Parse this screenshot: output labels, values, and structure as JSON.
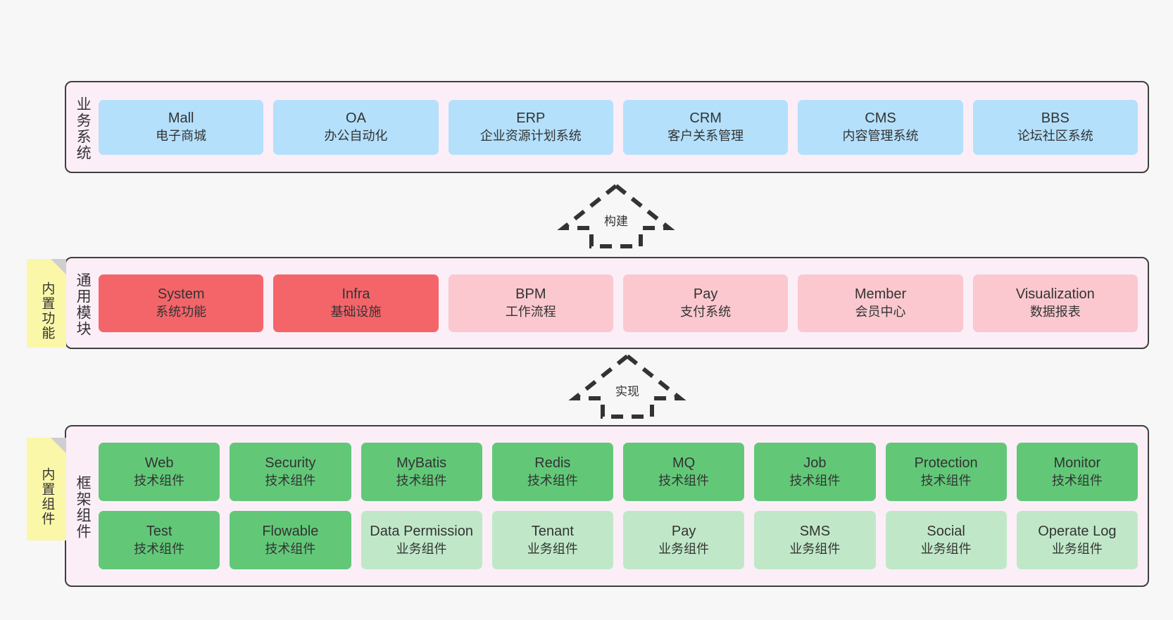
{
  "layers": [
    {
      "id": "business",
      "label": "业务系统",
      "palette": "blue",
      "cards": [
        {
          "en": "Mall",
          "cn": "电子商城"
        },
        {
          "en": "OA",
          "cn": "办公自动化"
        },
        {
          "en": "ERP",
          "cn": "企业资源计划系统"
        },
        {
          "en": "CRM",
          "cn": "客户关系管理"
        },
        {
          "en": "CMS",
          "cn": "内容管理系统"
        },
        {
          "en": "BBS",
          "cn": "论坛社区系统"
        }
      ]
    },
    {
      "id": "common",
      "label": "通用模块",
      "cards": [
        {
          "en": "System",
          "cn": "系统功能",
          "palette": "red-strong"
        },
        {
          "en": "Infra",
          "cn": "基础设施",
          "palette": "red-strong"
        },
        {
          "en": "BPM",
          "cn": "工作流程",
          "palette": "pink-soft"
        },
        {
          "en": "Pay",
          "cn": "支付系统",
          "palette": "pink-soft"
        },
        {
          "en": "Member",
          "cn": "会员中心",
          "palette": "pink-soft"
        },
        {
          "en": "Visualization",
          "cn": "数据报表",
          "palette": "pink-soft"
        }
      ]
    },
    {
      "id": "framework",
      "label": "框架组件",
      "cards": [
        {
          "en": "Web",
          "cn": "技术组件",
          "palette": "green-strong"
        },
        {
          "en": "Security",
          "cn": "技术组件",
          "palette": "green-strong"
        },
        {
          "en": "MyBatis",
          "cn": "技术组件",
          "palette": "green-strong"
        },
        {
          "en": "Redis",
          "cn": "技术组件",
          "palette": "green-strong"
        },
        {
          "en": "MQ",
          "cn": "技术组件",
          "palette": "green-strong"
        },
        {
          "en": "Job",
          "cn": "技术组件",
          "palette": "green-strong"
        },
        {
          "en": "Protection",
          "cn": "技术组件",
          "palette": "green-strong"
        },
        {
          "en": "Monitor",
          "cn": "技术组件",
          "palette": "green-strong"
        },
        {
          "en": "Test",
          "cn": "技术组件",
          "palette": "green-strong"
        },
        {
          "en": "Flowable",
          "cn": "技术组件",
          "palette": "green-strong"
        },
        {
          "en": "Data Permission",
          "cn": "业务组件",
          "palette": "green-soft"
        },
        {
          "en": "Tenant",
          "cn": "业务组件",
          "palette": "green-soft"
        },
        {
          "en": "Pay",
          "cn": "业务组件",
          "palette": "green-soft"
        },
        {
          "en": "SMS",
          "cn": "业务组件",
          "palette": "green-soft"
        },
        {
          "en": "Social",
          "cn": "业务组件",
          "palette": "green-soft"
        },
        {
          "en": "Operate Log",
          "cn": "业务组件",
          "palette": "green-soft"
        }
      ]
    }
  ],
  "stickies": [
    {
      "id": "common",
      "text": "内置功能"
    },
    {
      "id": "framework",
      "text": "内置组件"
    }
  ],
  "arrows": [
    {
      "id": "build",
      "label": "构建"
    },
    {
      "id": "impl",
      "label": "实现"
    }
  ],
  "colors": {
    "canvas": "#f7f7f7",
    "layer_fill": "#fbeef7",
    "layer_border": "#3f3f3f",
    "blue": "#b4e0fb",
    "red_strong": "#f4656a",
    "pink_soft": "#fbc8cf",
    "green_strong": "#62c878",
    "green_soft": "#c0e8c8",
    "sticky": "#fbf7a8",
    "sticky_fold": "#cfcfcf",
    "arrow_stroke": "#333333"
  }
}
